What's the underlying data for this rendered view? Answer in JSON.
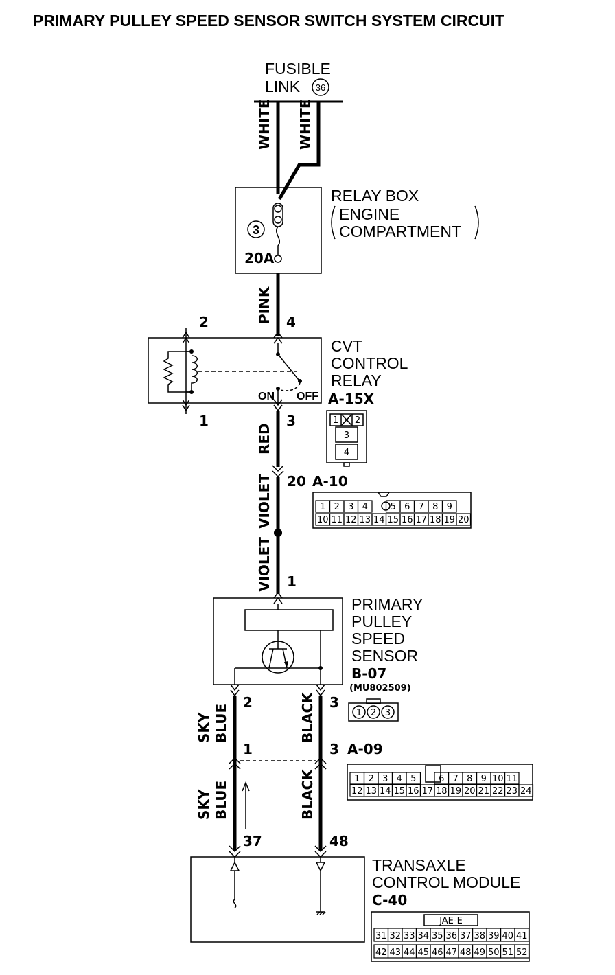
{
  "title": "PRIMARY PULLEY SPEED SENSOR SWITCH SYSTEM CIRCUIT",
  "fusible_link": {
    "line1": "FUSIBLE",
    "line2": "LINK",
    "number": "36"
  },
  "wires": {
    "white1": "WHITE",
    "white2": "WHITE",
    "pink": "PINK",
    "red": "RED",
    "violet1": "VIOLET",
    "violet2": "VIOLET",
    "sky1_line1": "SKY",
    "sky1_line2": "BLUE",
    "black1": "BLACK",
    "sky2_line1": "SKY",
    "sky2_line2": "BLUE",
    "black2": "BLACK"
  },
  "relay_box": {
    "line1": "RELAY BOX",
    "line2": "ENGINE",
    "line3": "COMPARTMENT",
    "fuse_number": "3",
    "fuse_rating": "20A"
  },
  "cvt_relay": {
    "line1": "CVT",
    "line2": "CONTROL",
    "line3": "RELAY",
    "on": "ON",
    "off": "OFF",
    "pin_2": "2",
    "pin_4": "4",
    "pin_1": "1",
    "pin_3": "3",
    "connector": "A-15X",
    "conn_cells": [
      "1",
      "2",
      "3",
      "4"
    ]
  },
  "connector_a10": {
    "pin": "20",
    "name": "A-10",
    "row1": [
      "1",
      "2",
      "3",
      "4",
      "",
      "5",
      "6",
      "7",
      "8",
      "9"
    ],
    "row2": [
      "10",
      "11",
      "12",
      "13",
      "14",
      "15",
      "16",
      "17",
      "18",
      "19",
      "20"
    ]
  },
  "sensor": {
    "line1": "PRIMARY",
    "line2": "PULLEY",
    "line3": "SPEED",
    "line4": "SENSOR",
    "connector": "B-07",
    "part_no": "(MU802509)",
    "pin_1": "1",
    "pin_2": "2",
    "pin_3": "3",
    "conn_cells": [
      "1",
      "2",
      "3"
    ]
  },
  "connector_a09": {
    "pin_1": "1",
    "pin_3": "3",
    "name": "A-09",
    "row1": [
      "1",
      "2",
      "3",
      "4",
      "5",
      "",
      "6",
      "7",
      "8",
      "9",
      "10",
      "11"
    ],
    "row2": [
      "12",
      "13",
      "14",
      "15",
      "16",
      "17",
      "18",
      "19",
      "20",
      "21",
      "22",
      "23",
      "24"
    ]
  },
  "tcm": {
    "line1": "TRANSAXLE",
    "line2": "CONTROL MODULE",
    "connector": "C-40",
    "pin_37": "37",
    "pin_48": "48",
    "conn_label": "JAE-E",
    "row1": [
      "31",
      "32",
      "33",
      "34",
      "35",
      "36",
      "37",
      "38",
      "39",
      "40",
      "41"
    ],
    "row2": [
      "42",
      "43",
      "44",
      "45",
      "46",
      "47",
      "48",
      "49",
      "50",
      "51",
      "52"
    ]
  }
}
